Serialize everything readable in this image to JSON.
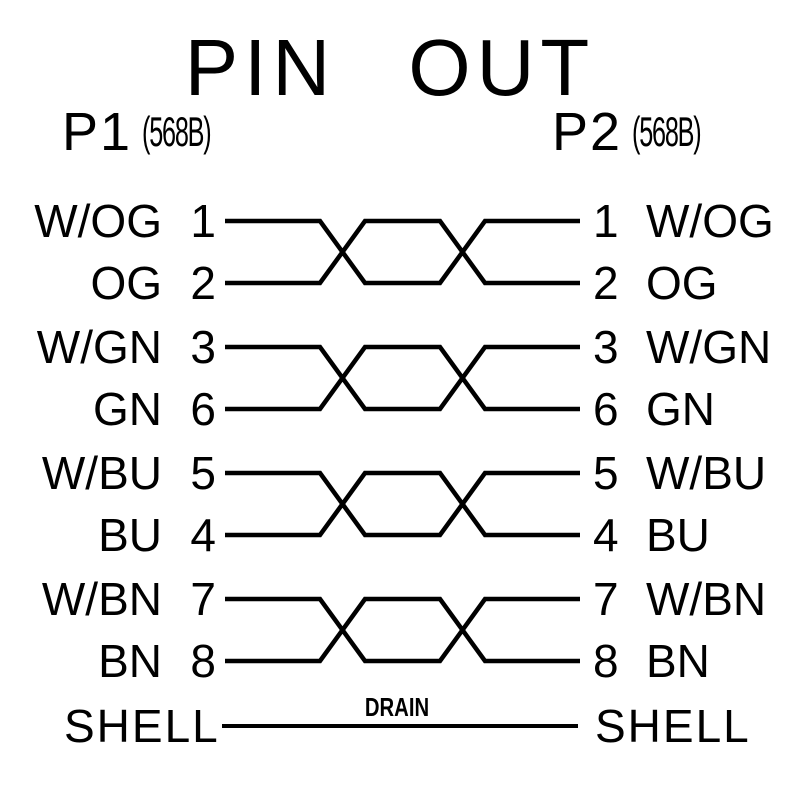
{
  "title": "PIN OUT",
  "connectors": {
    "p1": {
      "name": "P1",
      "standard": "(568B)"
    },
    "p2": {
      "name": "P2",
      "standard": "(568B)"
    }
  },
  "pairs": [
    {
      "top": {
        "left_label": "W/OG",
        "left_pin": "1",
        "right_pin": "1",
        "right_label": "W/OG"
      },
      "bottom": {
        "left_label": "OG",
        "left_pin": "2",
        "right_pin": "2",
        "right_label": "OG"
      }
    },
    {
      "top": {
        "left_label": "W/GN",
        "left_pin": "3",
        "right_pin": "3",
        "right_label": "W/GN"
      },
      "bottom": {
        "left_label": "GN",
        "left_pin": "6",
        "right_pin": "6",
        "right_label": "GN"
      }
    },
    {
      "top": {
        "left_label": "W/BU",
        "left_pin": "5",
        "right_pin": "5",
        "right_label": "W/BU"
      },
      "bottom": {
        "left_label": "BU",
        "left_pin": "4",
        "right_pin": "4",
        "right_label": "BU"
      }
    },
    {
      "top": {
        "left_label": "W/BN",
        "left_pin": "7",
        "right_pin": "7",
        "right_label": "W/BN"
      },
      "bottom": {
        "left_label": "BN",
        "left_pin": "8",
        "right_pin": "8",
        "right_label": "BN"
      }
    }
  ],
  "shell": {
    "left_label": "SHELL",
    "wire_label": "DRAIN",
    "right_label": "SHELL"
  },
  "colors": {
    "ink": "#000000",
    "background": "#ffffff"
  }
}
